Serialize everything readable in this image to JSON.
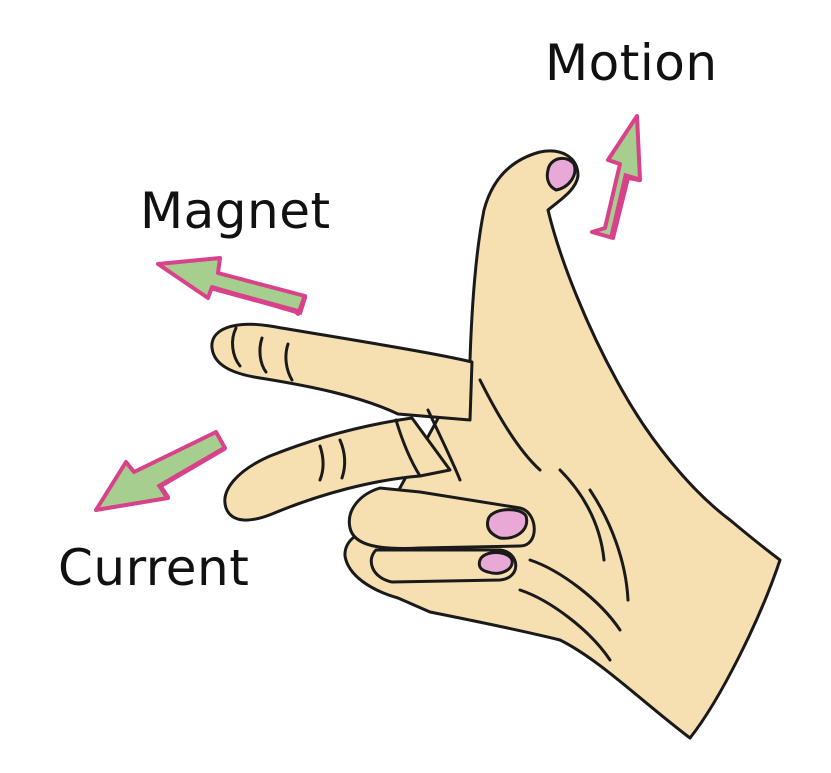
{
  "labels": {
    "motion": "Motion",
    "magnet": "Magnet",
    "current": "Current"
  },
  "colors": {
    "skin": "#f6e0b2",
    "outline": "#1a1a1a",
    "nail": "#e9a9d6",
    "arrow_fill": "#a6cf8f",
    "arrow_edge": "#d8428a",
    "text": "#111111"
  },
  "icons": {
    "hand": "left-hand-rule-hand",
    "motion_arrow": "arrow-up-right",
    "magnet_arrow": "arrow-left",
    "current_arrow": "arrow-down-left"
  }
}
